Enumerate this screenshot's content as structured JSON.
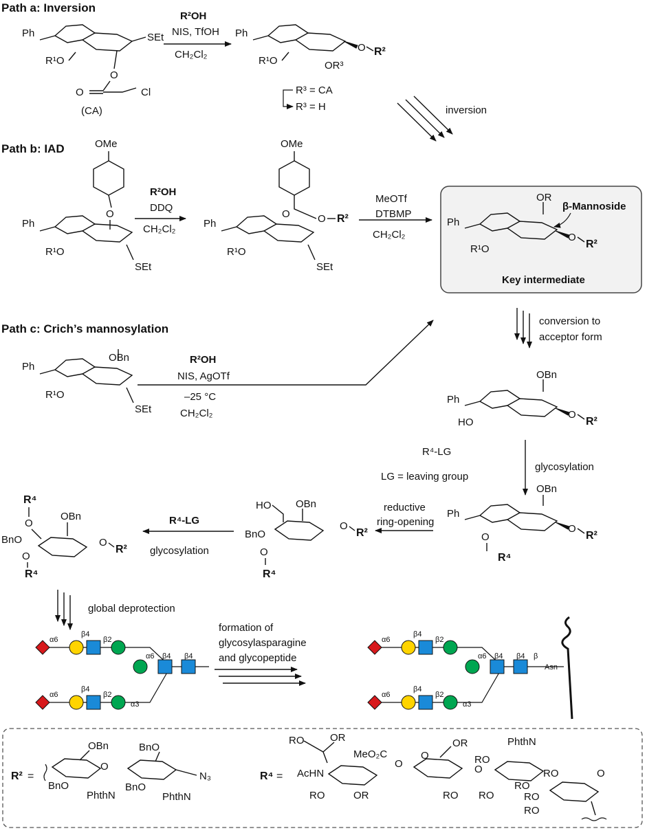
{
  "headers": {
    "path_a": "Path a: Inversion",
    "path_b": "Path b: IAD",
    "path_c": "Path c: Crich’s mannosylation"
  },
  "path_a": {
    "reagent_1": "R²OH",
    "reagent_2": "NIS, TfOH",
    "reagent_3": "CH₂Cl₂",
    "sm_ph": "Ph",
    "sm_r1o": "R¹O",
    "sm_set": "SEt",
    "sm_cl": "Cl",
    "sm_o": "O",
    "ca_label": "(CA)",
    "prod_ph": "Ph",
    "prod_r1o": "R¹O",
    "prod_or3": "OR³",
    "prod_r2": "R²",
    "note_1": "R³ = CA",
    "note_2": "R³ = H",
    "inversion_label": "inversion"
  },
  "path_b": {
    "ome_1": "OMe",
    "ome_2": "OMe",
    "step1_1": "R²OH",
    "step1_2": "DDQ",
    "step1_3": "CH₂Cl₂",
    "step2_1": "MeOTf",
    "step2_2": "DTBMP",
    "step2_3": "CH₂Cl₂",
    "sm_ph": "Ph",
    "sm_r1o": "R¹O",
    "sm_set": "SEt",
    "mid_ph": "Ph",
    "mid_r1o": "R¹O",
    "mid_set": "SEt",
    "mid_r2": "R²"
  },
  "key_intermediate": {
    "ph": "Ph",
    "r1o": "R¹O",
    "or": "OR",
    "r2": "R²",
    "beta_mannoside": "β-Mannoside",
    "label": "Key intermediate"
  },
  "path_c": {
    "reagent_1": "R²OH",
    "reagent_2": "NIS, AgOTf",
    "reagent_3": "–25 °C",
    "reagent_4": "CH₂Cl₂",
    "ph": "Ph",
    "r1o": "R¹O",
    "obn": "OBn",
    "set": "SEt"
  },
  "conversion": {
    "label_1": "conversion to",
    "label_2": "acceptor form"
  },
  "acceptor": {
    "ph": "Ph",
    "ho": "HO",
    "obn": "OBn",
    "r2": "R²"
  },
  "glycosylation_step": {
    "reagent": "R⁴-LG",
    "lg_def": "LG = leaving group",
    "label": "glycosylation"
  },
  "glycosylated": {
    "ph": "Ph",
    "obn": "OBn",
    "r4": "R⁴",
    "r2": "R²"
  },
  "ring_opening": {
    "label_1": "reductive",
    "label_2": "ring-opening"
  },
  "opened": {
    "ho": "HO",
    "bno": "BnO",
    "obn": "OBn",
    "r4": "R⁴",
    "r2": "R²"
  },
  "second_glycosylation": {
    "reagent": "R⁴-LG",
    "label": "glycosylation"
  },
  "final_protected": {
    "r4_top": "R⁴",
    "bno": "BnO",
    "obn": "OBn",
    "r4_bottom": "R⁴",
    "r2": "R²"
  },
  "global_deprotection": {
    "label": "global deprotection"
  },
  "formation": {
    "label_1": "formation of",
    "label_2": "glycosylasparagine",
    "label_3": "and glycopeptide"
  },
  "glycan_left": {
    "link_top_1": "α6",
    "link_top_2": "β4",
    "link_top_3": "β2",
    "link_bot_1": "α6",
    "link_bot_2": "β4",
    "link_bot_3": "β2",
    "branch_upper": "α6",
    "branch_lower": "α3",
    "core_1": "β4",
    "core_2": "β4"
  },
  "glycan_right": {
    "link_top_1": "α6",
    "link_top_2": "β4",
    "link_top_3": "β2",
    "link_bot_1": "α6",
    "link_bot_2": "β4",
    "link_bot_3": "β2",
    "branch_upper": "α6",
    "branch_lower": "α3",
    "core_1": "β4",
    "core_2": "β4",
    "core_3": "β",
    "asn": "Asn"
  },
  "r2_def": {
    "label": "R²",
    "eq": "=",
    "obn": "OBn",
    "bno_1": "BnO",
    "bno_2": "BnO",
    "bno_3": "BnO",
    "phthn_1": "PhthN",
    "phthn_2": "PhthN",
    "n3": "N₃"
  },
  "r4_def": {
    "label": "R⁴",
    "eq": "=",
    "ro_1": "RO",
    "or_1": "OR",
    "meo2c": "MeO₂C",
    "or_2": "OR",
    "achn": "AcHN",
    "ro_2": "RO",
    "or_3": "OR",
    "ro_3": "RO",
    "phthn": "PhthN",
    "ro_4": "RO",
    "ro_5": "RO",
    "ro_6": "RO",
    "ro_7": "RO",
    "ro_8": "RO",
    "ro_9": "RO"
  },
  "colors": {
    "sialic_acid": "#d7191c",
    "galactose": "#ffd400",
    "glcnac": "#1a8ad8",
    "mannose": "#00a651",
    "box_border": "#444444",
    "dashed_border": "#555555"
  }
}
